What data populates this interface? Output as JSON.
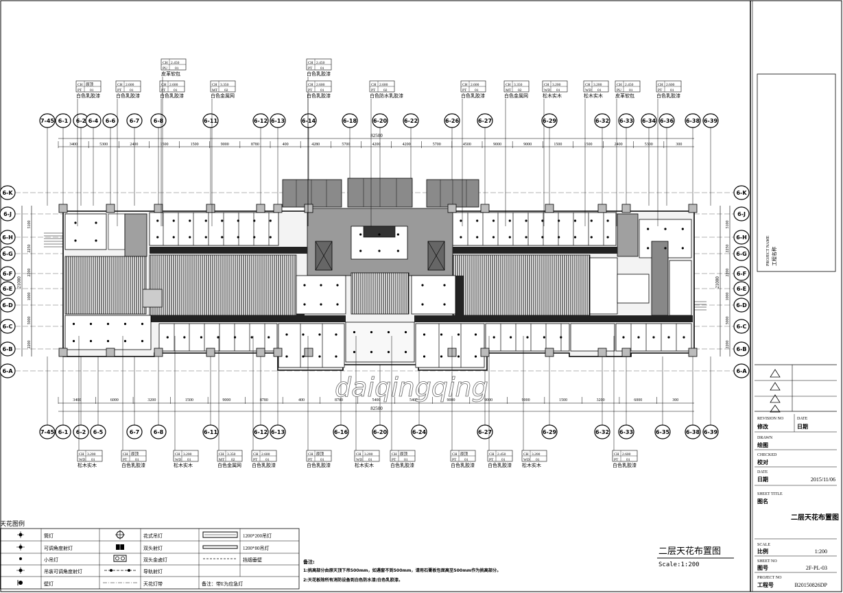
{
  "title_block": {
    "project_name_en": "PROJECT NAME",
    "project_name_cn": "工程名称",
    "revision_no_label": "REVISION NO",
    "revision_no_cn": "修改",
    "date_label": "DATE",
    "date_cn": "日期",
    "drawn_label": "DRAWN",
    "drawn_cn": "绘图",
    "checked_label": "CHECKED",
    "checked_cn": "校对",
    "date2_label": "DATE",
    "date2_cn": "日期",
    "date_value": "2015/11/06",
    "sheet_title_label": "SHEET TITLE",
    "sheet_title_cn": "图名",
    "sheet_title_value": "二层天花布置图",
    "scale_label": "SCALE",
    "scale_cn": "比例",
    "scale_value": "1:200",
    "sheet_no_label": "SHEET NO",
    "sheet_no_cn": "图号",
    "sheet_no_value": "2F-PL-03",
    "project_no_label": "PROJECT NO",
    "project_no_cn": "工程号",
    "project_no_value": "B20150826DP"
  },
  "drawing": {
    "title": "二层天花布置图",
    "scale": "Scale:1:200",
    "watermark": "daiqingqing",
    "total_dim_top": "82500",
    "total_dim_bottom": "82500",
    "height_dim": "21000"
  },
  "grid_top": [
    "7-45",
    "6-1",
    "6-2",
    "6-4",
    "6-6",
    "6-7",
    "6-8",
    "6-11",
    "6-12",
    "6-13",
    "6-14",
    "6-18",
    "6-20",
    "6-22",
    "6-26",
    "6-27",
    "6-29",
    "6-32",
    "6-33",
    "6-34",
    "6-36",
    "6-38",
    "6-39"
  ],
  "grid_bottom": [
    "7-45",
    "6-1",
    "6-2",
    "6-5",
    "6-7",
    "6-8",
    "6-11",
    "6-12",
    "6-13",
    "6-16",
    "6-20",
    "6-24",
    "6-27",
    "6-29",
    "6-32",
    "6-33",
    "6-35",
    "6-38",
    "6-39"
  ],
  "grid_rows": [
    "6-K",
    "6-J",
    "6-H",
    "6-G",
    "6-F",
    "6-E",
    "6-D",
    "6-C",
    "6-B",
    "6-A"
  ],
  "dims_top": [
    "3400",
    "5300",
    "2400",
    "1500",
    "1500",
    "9000",
    "8780",
    "400",
    "4280",
    "5700",
    "4200",
    "4200",
    "5700",
    "4500",
    "9000",
    "9000",
    "1500",
    "1500",
    "2400",
    "5300",
    "300"
  ],
  "dims_bottom": [
    "3400",
    "6000",
    "3200",
    "1500",
    "9000",
    "8780",
    "400",
    "8780",
    "5400",
    "5400",
    "9000",
    "9000",
    "9000",
    "1500",
    "3200",
    "6000",
    "300"
  ],
  "dims_left": [
    "5100",
    "2250",
    "2200",
    "1000",
    "5000",
    "2200"
  ],
  "dims_right": [
    "5100",
    "2250",
    "2200",
    "1000",
    "5000",
    "2200"
  ],
  "tags_top": [
    {
      "ch": "CH",
      "chv": "原顶",
      "pt": "PT",
      "ptv": "01",
      "desc": "白色乳胶漆"
    },
    {
      "ch": "CH",
      "chv": "2.600",
      "pt": "PT",
      "ptv": "01",
      "desc": "白色乳胶漆"
    },
    {
      "ch": "CH",
      "chv": "2.600",
      "pt": "PT",
      "ptv": "01",
      "desc": "白色乳胶漆"
    },
    {
      "ch": "CH",
      "chv": "2.450",
      "pt": "PU",
      "ptv": "01",
      "desc": "皮革软包"
    },
    {
      "ch": "CH",
      "chv": "3.350",
      "pt": "MT",
      "ptv": "02",
      "desc": "白色金属网"
    },
    {
      "ch": "CH",
      "chv": "2.450",
      "pt": "PT",
      "ptv": "01",
      "desc": "白色乳胶漆"
    },
    {
      "ch": "CH",
      "chv": "2.600",
      "pt": "PT",
      "ptv": "01",
      "desc": "白色乳胶漆"
    },
    {
      "ch": "CH",
      "chv": "2.600",
      "pt": "PT",
      "ptv": "02",
      "desc": "白色防水乳胶漆"
    },
    {
      "ch": "CH",
      "chv": "2.600",
      "pt": "PT",
      "ptv": "01",
      "desc": "白色乳胶漆"
    },
    {
      "ch": "CH",
      "chv": "3.350",
      "pt": "MT",
      "ptv": "02",
      "desc": "白色金属网"
    },
    {
      "ch": "CH",
      "chv": "3.200",
      "pt": "WD",
      "ptv": "01",
      "desc": "松木实木"
    },
    {
      "ch": "CH",
      "chv": "3.200",
      "pt": "WD",
      "ptv": "01",
      "desc": "松木实木"
    },
    {
      "ch": "CH",
      "chv": "2.450",
      "pt": "PU",
      "ptv": "01",
      "desc": "皮革软包"
    },
    {
      "ch": "CH",
      "chv": "2.600",
      "pt": "PT",
      "ptv": "01",
      "desc": "白色乳胶漆"
    }
  ],
  "tags_bottom": [
    {
      "ch": "CH",
      "chv": "3.200",
      "pt": "WD",
      "ptv": "01",
      "desc": "松木实木"
    },
    {
      "ch": "CH",
      "chv": "原顶",
      "pt": "PT",
      "ptv": "01",
      "desc": "白色乳胶漆"
    },
    {
      "ch": "CH",
      "chv": "3.200",
      "pt": "WD",
      "ptv": "01",
      "desc": "松木实木"
    },
    {
      "ch": "CH",
      "chv": "3.350",
      "pt": "MT",
      "ptv": "02",
      "desc": "白色金属网"
    },
    {
      "ch": "CH",
      "chv": "2.600",
      "pt": "PT",
      "ptv": "01",
      "desc": "白色乳胶漆"
    },
    {
      "ch": "CH",
      "chv": "原顶",
      "pt": "PT",
      "ptv": "01",
      "desc": "白色乳胶漆"
    },
    {
      "ch": "CH",
      "chv": "3.200",
      "pt": "WD",
      "ptv": "01",
      "desc": "松木实木"
    },
    {
      "ch": "CH",
      "chv": "原顶",
      "pt": "PT",
      "ptv": "01",
      "desc": "白色乳胶漆"
    },
    {
      "ch": "CH",
      "chv": "原顶",
      "pt": "PT",
      "ptv": "01",
      "desc": "白色乳胶漆"
    },
    {
      "ch": "CH",
      "chv": "2.450",
      "pt": "PT",
      "ptv": "01",
      "desc": "白色乳胶漆"
    },
    {
      "ch": "CH",
      "chv": "3.200",
      "pt": "WD",
      "ptv": "01",
      "desc": "松木实木"
    },
    {
      "ch": "CH",
      "chv": "2.600",
      "pt": "PT",
      "ptv": "01",
      "desc": "白色乳胶漆"
    }
  ],
  "legend": {
    "title": "天花图例",
    "items": [
      {
        "label": "筒灯",
        "icon": "downlight-icon"
      },
      {
        "label": "可调角度射灯",
        "icon": "adjustable-spotlight-icon"
      },
      {
        "label": "小吊灯",
        "icon": "small-pendant-icon"
      },
      {
        "label": "吊装可调角度射灯",
        "icon": "hanging-spotlight-icon"
      },
      {
        "label": "壁灯",
        "icon": "wall-lamp-icon"
      },
      {
        "label": "花式吊灯",
        "icon": "decorative-chandelier-icon"
      },
      {
        "label": "双头射灯",
        "icon": "double-spotlight-icon"
      },
      {
        "label": "双头金卤灯",
        "icon": "double-metal-halide-icon"
      },
      {
        "label": "导轨射灯",
        "icon": "track-spotlight-icon"
      },
      {
        "label": "天花灯带",
        "icon": "ceiling-light-strip-icon"
      },
      {
        "label": "1200*200吊灯",
        "icon": "linear-pendant-200-icon"
      },
      {
        "label": "1200*80吊灯",
        "icon": "linear-pendant-80-icon"
      },
      {
        "label": "挡烟垂壁",
        "icon": "smoke-barrier-icon"
      },
      {
        "label": "备注：带E为应急灯",
        "icon": ""
      }
    ]
  },
  "notes": {
    "title": "备注:",
    "line1": "1:挑高部分由原天顶下吊500mm，如遇窗不到500mm，请用石膏板包面高至500mm作为挑高部分。",
    "line2": "2:天花板除所有消防设备到白色防水漆/白色乳胶漆。"
  }
}
